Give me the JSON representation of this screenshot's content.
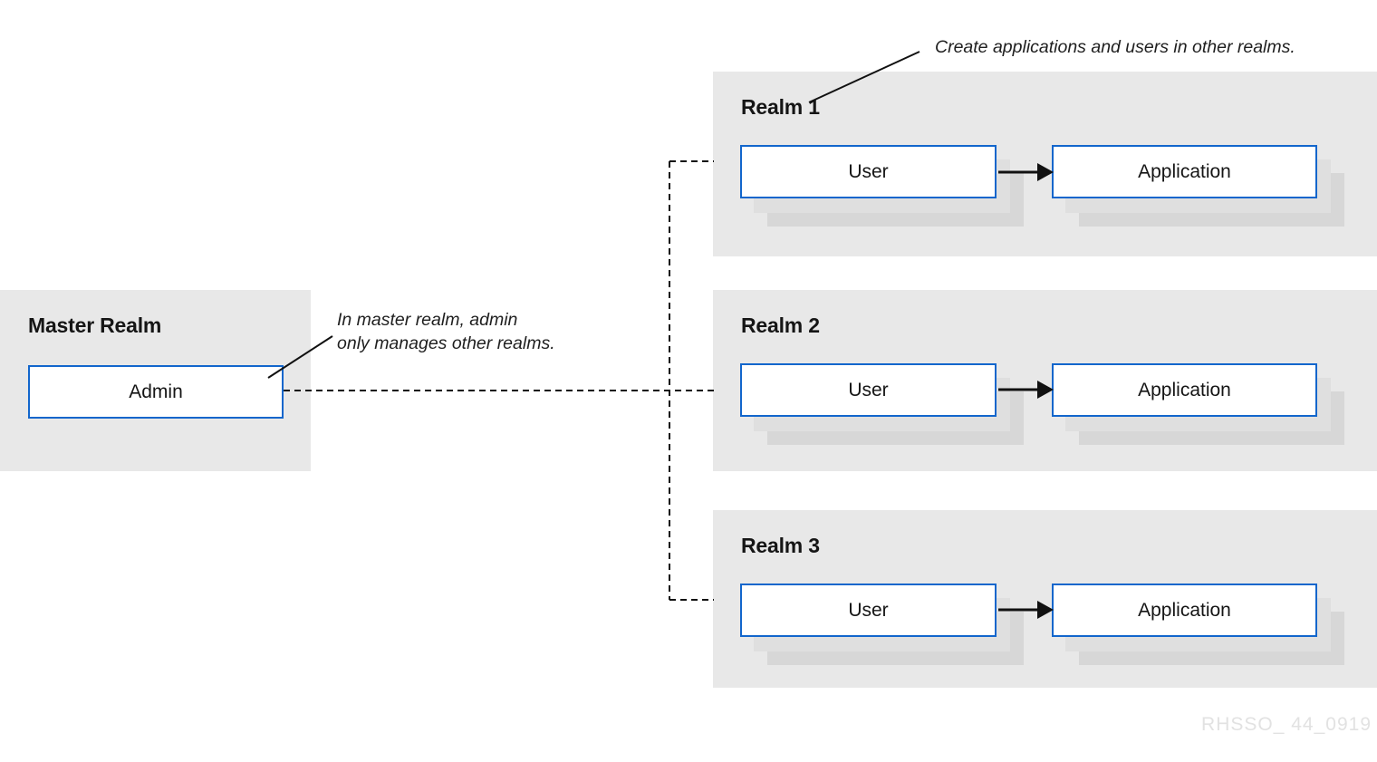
{
  "diagram": {
    "type": "architecture-diagram",
    "subject": "Red Hat SSO / Keycloak master realm administration"
  },
  "master_realm": {
    "title": "Master Realm",
    "admin_label": "Admin"
  },
  "realms": [
    {
      "title": "Realm 1",
      "user_label": "User",
      "application_label": "Application"
    },
    {
      "title": "Realm 2",
      "user_label": "User",
      "application_label": "Application"
    },
    {
      "title": "Realm 3",
      "user_label": "User",
      "application_label": "Application"
    }
  ],
  "annotations": {
    "master_note": "In master realm, admin\nonly manages other realms.",
    "realms_note": "Create applications and users in other realms."
  },
  "watermark": "RHSSO_ 44_0919",
  "colors": {
    "page_background": "#ffffff",
    "panel_background": "#e8e8e8",
    "box_border_blue": "#1266cc",
    "box_fill": "#ffffff",
    "shadow_near": "#dfdfdf",
    "shadow_far": "#d7d7d7",
    "connector_line": "#111111",
    "text": "#151515",
    "watermark_text": "#e2e2e2"
  }
}
